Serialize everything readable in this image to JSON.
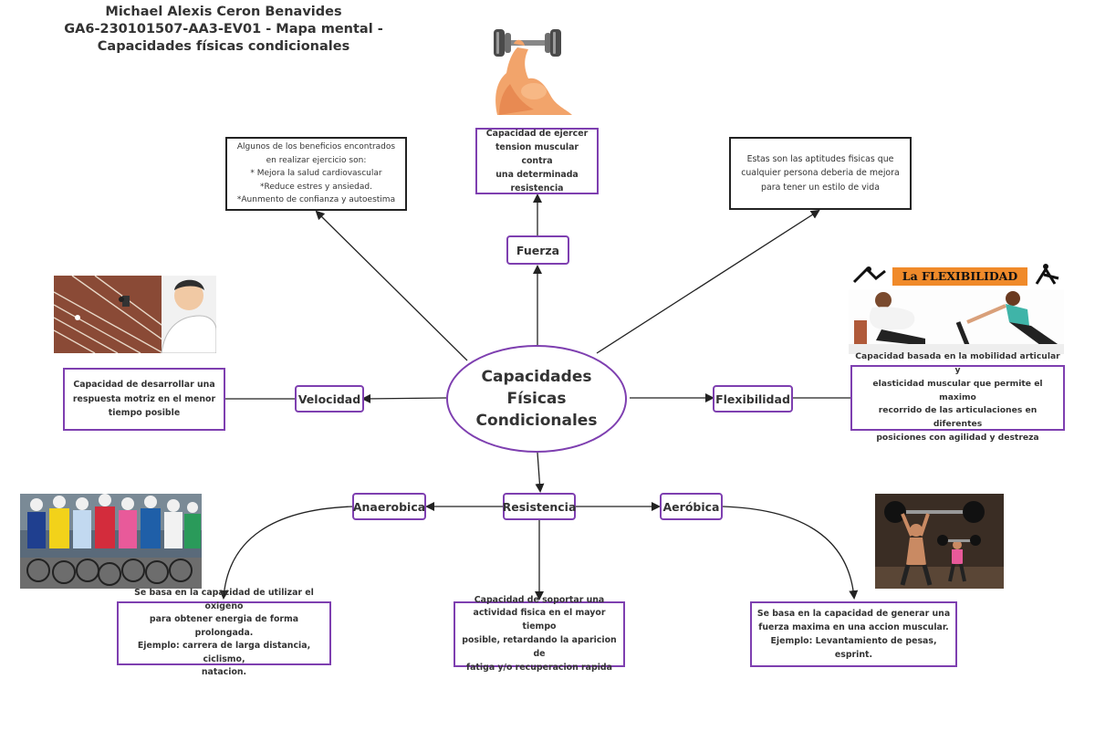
{
  "header": {
    "author": "Michael Alexis Ceron Benavides",
    "code": "GA6-230101507-AA3-EV01 - Mapa mental -",
    "subject": "Capacidades físicas condicionales"
  },
  "center": {
    "lines": [
      "Capacidades",
      "Físicas",
      "Condicionales"
    ]
  },
  "nodes": {
    "fuerza": "Fuerza",
    "velocidad": "Velocidad",
    "flexibilidad": "Flexibilidad",
    "resistencia": "Resistencia",
    "anaerobica": "Anaerobica",
    "aerobica": "Aeróbica"
  },
  "boxes": {
    "beneficios": [
      "Algunos de los beneficios encontrados",
      "en realizar ejercicio son:",
      "* Mejora la salud cardiovascular",
      "*Reduce estres y ansiedad.",
      "*Aunmento de confianza y autoestima"
    ],
    "fuerza_def": [
      "Capacidad de ejercer",
      "tension muscular contra",
      "una determinada",
      "resistencia"
    ],
    "aptitudes": [
      "Estas son las aptitudes fisicas que",
      "cualquier persona deberia de mejora",
      "para tener un estilo de vida"
    ],
    "velocidad_def": [
      "Capacidad de desarrollar una",
      "respuesta motriz en el menor",
      "tiempo posible"
    ],
    "flexibilidad_def": [
      "Capacidad basada en la mobilidad articular y",
      "elasticidad muscular que permite el maximo",
      "recorrido de las articulaciones en diferentes",
      "posiciones con agilidad y destreza"
    ],
    "anaerobica_def": [
      "Se basa en la capacidad de utilizar el oxigeno",
      "para obtener energia de forma prolongada.",
      "Ejemplo: carrera de larga distancia, ciclismo,",
      "natacion."
    ],
    "resistencia_def": [
      "Capacidad de soportar una",
      "actividad fisica en el mayor tiempo",
      "posible, retardando la aparicion de",
      "fatiga y/o recuperacion rapida"
    ],
    "aerobica_def": [
      "Se basa en la capacidad de generar una",
      "fuerza maxima en una accion muscular.",
      "Ejemplo: Levantamiento de pesas, esprint."
    ]
  },
  "images": {
    "flexibilidad_banner": "La FLEXIBILIDAD"
  },
  "colors": {
    "accent": "#7e3fb0",
    "banner": "#f08a2a"
  }
}
